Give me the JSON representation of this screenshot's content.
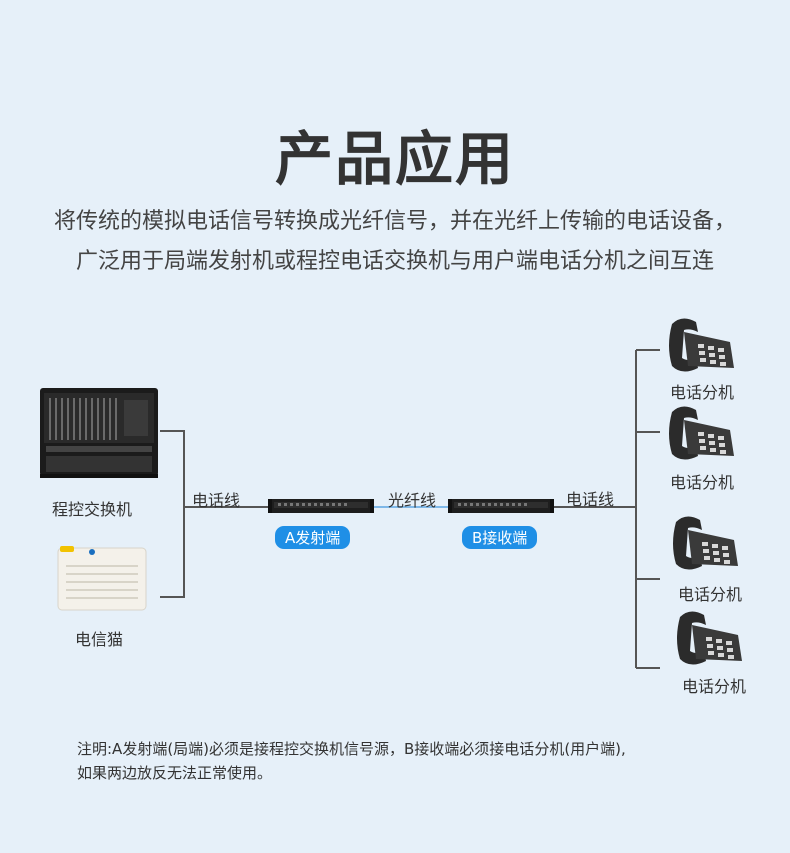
{
  "title": "产品应用",
  "description": {
    "line1": "将传统的模拟电话信号转换成光纤信号，并在光纤上传输的电话设备，",
    "line2": "广泛用于局端发射机或程控电话交换机与用户端电话分机之间互连"
  },
  "sources": {
    "pbx_label": "程控交换机",
    "modem_label": "电信猫"
  },
  "links": {
    "phone_line_left": "电话线",
    "fiber": "光纤线",
    "phone_line_right": "电话线"
  },
  "devices": {
    "transmitter": "A发射端",
    "receiver": "B接收端"
  },
  "extensions": [
    {
      "label": "电话分机"
    },
    {
      "label": "电话分机"
    },
    {
      "label": "电话分机"
    },
    {
      "label": "电话分机"
    }
  ],
  "note": {
    "line1": "注明:A发射端(局端)必须是接程控交换机信号源，B接收端必须接电话分机(用户端),",
    "line2": "如果两边放反无法正常使用。"
  },
  "colors": {
    "background": "#e6f0f9",
    "badge": "#1f8fe6",
    "fiber_line": "#7fb8e8",
    "connector_line": "#555555"
  }
}
